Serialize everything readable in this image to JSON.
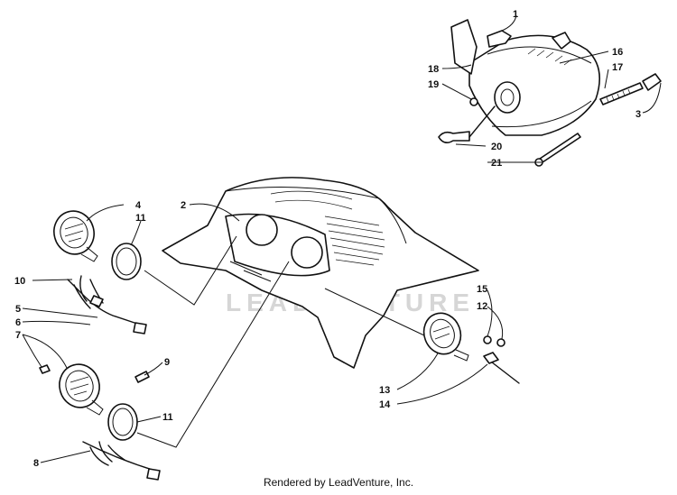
{
  "watermark": "LEADVENTURE",
  "footer": "Rendered by LeadVenture, Inc.",
  "callouts": {
    "c1": "1",
    "c2": "2",
    "c3": "3",
    "c4": "4",
    "c5": "5",
    "c6": "6",
    "c7": "7",
    "c8": "8",
    "c9": "9",
    "c10": "10",
    "c11a": "11",
    "c11b": "11",
    "c12": "12",
    "c13": "13",
    "c14": "14",
    "c15": "15",
    "c16": "16",
    "c17": "17",
    "c18": "18",
    "c19": "19",
    "c20": "20",
    "c21": "21"
  }
}
